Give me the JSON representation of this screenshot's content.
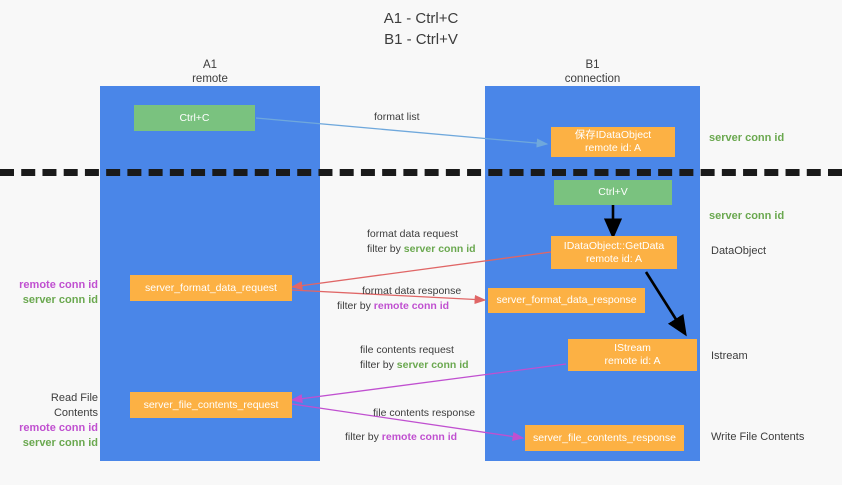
{
  "title": {
    "line1": "A1 - Ctrl+C",
    "line2": "B1 - Ctrl+V"
  },
  "columns": [
    {
      "name": "A1",
      "sub": "remote"
    },
    {
      "name": "B1",
      "sub": "connection"
    }
  ],
  "colors": {
    "lane": "#4a86e8",
    "green_box": "#7ac27f",
    "orange_box": "#fcb144",
    "server_conn_id": "#6aa84f",
    "remote_conn_id": "#c050d0",
    "arrow_format_list": "#6fa8dc",
    "arrow_format_data": "#e06666",
    "arrow_file_contents": "#c050d0",
    "arrow_black": "#000000",
    "background": "#f8f8f8",
    "divider": "#1a1a1a"
  },
  "boxes": {
    "ctrl_c": "Ctrl+C",
    "ctrl_v": "Ctrl+V",
    "save_dataobject": {
      "line1": "保存IDataObject",
      "line2": "remote id: A"
    },
    "getdata": {
      "line1": "IDataObject::GetData",
      "line2": "remote id: A"
    },
    "istream": {
      "line1": "IStream",
      "line2": "remote id: A"
    },
    "server_format_data_request": "server_format_data_request",
    "server_format_data_response": "server_format_data_response",
    "server_file_contents_request": "server_file_contents_request",
    "server_file_contents_response": "server_file_contents_response"
  },
  "arrow_labels": {
    "format_list": "format list",
    "format_data_request": "format data request",
    "format_data_request_filter_prefix": "filter by ",
    "format_data_request_filter_value": "server conn id",
    "format_data_response": "format data response",
    "format_data_response_filter_prefix": "filter by ",
    "format_data_response_filter_value": "remote conn id",
    "file_contents_request": "file contents request",
    "file_contents_request_filter_prefix": "filter by ",
    "file_contents_request_filter_value": "server conn id",
    "file_contents_response": "file contents response",
    "file_contents_response_filter_prefix": "filter by ",
    "file_contents_response_filter_value": "remote conn id"
  },
  "right_labels": {
    "server_conn_id_top": "server conn id",
    "server_conn_id_mid": "server conn id",
    "dataobject": "DataObject",
    "istream": "Istream",
    "write_file_contents": "Write File Contents"
  },
  "left_labels": {
    "format_remote_conn_id": "remote conn id",
    "format_server_conn_id": "server conn id",
    "read_file_contents": "Read File Contents",
    "file_remote_conn_id": "remote conn id",
    "file_server_conn_id": "server conn id"
  }
}
